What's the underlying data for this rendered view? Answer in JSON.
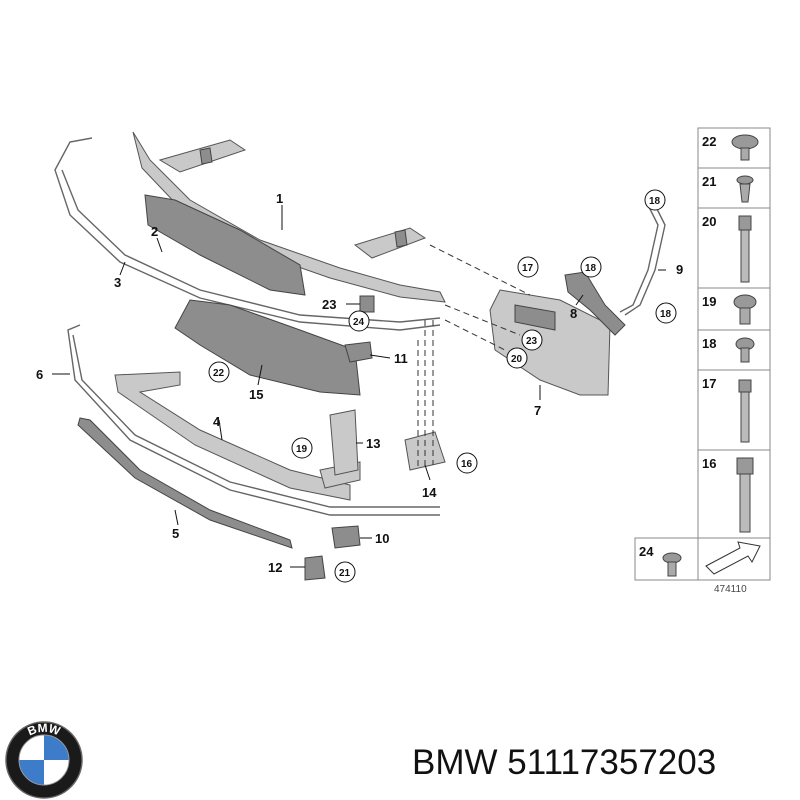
{
  "diagram": {
    "part_labels": [
      "1",
      "2",
      "3",
      "4",
      "5",
      "6",
      "7",
      "8",
      "9",
      "10",
      "11",
      "12",
      "13",
      "14",
      "15"
    ],
    "circled_labels": [
      "16",
      "17",
      "18",
      "18",
      "18",
      "19",
      "20",
      "21",
      "22",
      "23",
      "24"
    ],
    "part_label_23": "23",
    "part_label_24": "24",
    "side_table": {
      "rows": [
        "22",
        "21",
        "20",
        "19",
        "18",
        "17",
        "16",
        "24"
      ]
    },
    "reference_code": "474110"
  },
  "logo": {
    "brand_letters": "BMW"
  },
  "caption": {
    "text": "BMW 51117357203"
  }
}
